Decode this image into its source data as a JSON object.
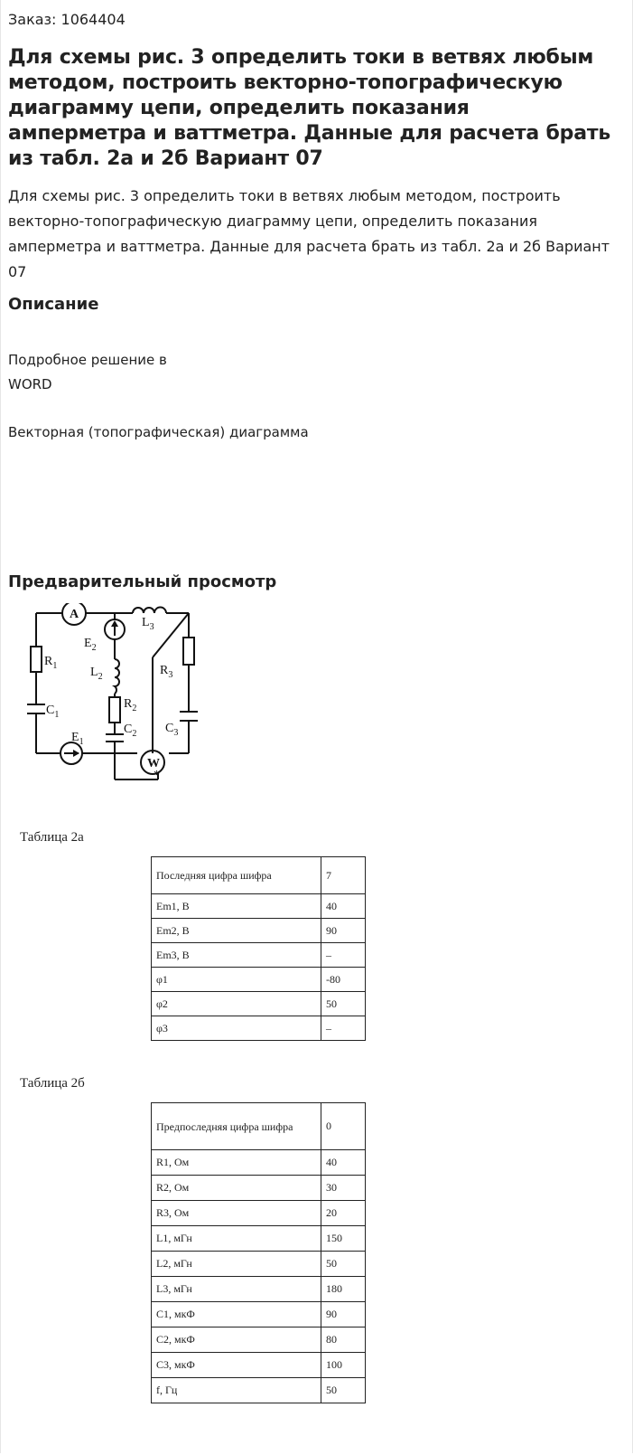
{
  "order": {
    "label": "Заказ: 1064404"
  },
  "title": "Для схемы рис. 3 определить токи в ветвях любым методом, построить векторно-топографическую диаграмму цепи, определить показания амперметра и ваттметра. Данные для расчета брать из табл. 2а и 2б Вариант 07",
  "lead": "Для схемы рис. 3 определить токи в ветвях любым методом, построить векторно-топографическую диаграмму цепи, определить показания амперметра и ваттметра. Данные для расчета брать из табл. 2а и 2б Вариант 07",
  "description": {
    "heading": "Описание",
    "line1": "Подробное решение в",
    "line2": "WORD",
    "line3": "Векторная (топографическая) диаграмма"
  },
  "preview": {
    "heading": "Предварительный просмотр",
    "schematic_labels": {
      "ammeter": "A",
      "wattmeter": "W",
      "R1": "R",
      "R1_sub": "1",
      "C1": "C",
      "C1_sub": "1",
      "E1": "E",
      "E1_sub": "1",
      "E2": "E",
      "E2_sub": "2",
      "L2": "L",
      "L2_sub": "2",
      "R2": "R",
      "R2_sub": "2",
      "C2": "C",
      "C2_sub": "2",
      "L3": "L",
      "L3_sub": "3",
      "R3": "R",
      "R3_sub": "3",
      "C3": "C",
      "C3_sub": "3",
      "star": "*"
    },
    "table_a": {
      "caption": "Таблица 2а",
      "rows": [
        {
          "k": "Последняя цифра шифра",
          "v": "7"
        },
        {
          "k": "Em1, В",
          "v": "40"
        },
        {
          "k": "Em2, В",
          "v": "90"
        },
        {
          "k": "Em3, В",
          "v": "–"
        },
        {
          "k": "φ1",
          "v": "-80"
        },
        {
          "k": "φ2",
          "v": "50"
        },
        {
          "k": "φ3",
          "v": "–"
        }
      ]
    },
    "table_b": {
      "caption": "Таблица 2б",
      "rows": [
        {
          "k": "Предпоследняя цифра шифра",
          "v": "0"
        },
        {
          "k": "R1, Ом",
          "v": "40"
        },
        {
          "k": "R2, Ом",
          "v": "30"
        },
        {
          "k": "R3, Ом",
          "v": "20"
        },
        {
          "k": "L1, мГн",
          "v": "150"
        },
        {
          "k": "L2, мГн",
          "v": "50"
        },
        {
          "k": "L3, мГн",
          "v": "180"
        },
        {
          "k": "C1, мкФ",
          "v": "90"
        },
        {
          "k": "C2, мкФ",
          "v": "80"
        },
        {
          "k": "C3, мкФ",
          "v": "100"
        },
        {
          "k": "f, Гц",
          "v": "50"
        }
      ]
    }
  }
}
